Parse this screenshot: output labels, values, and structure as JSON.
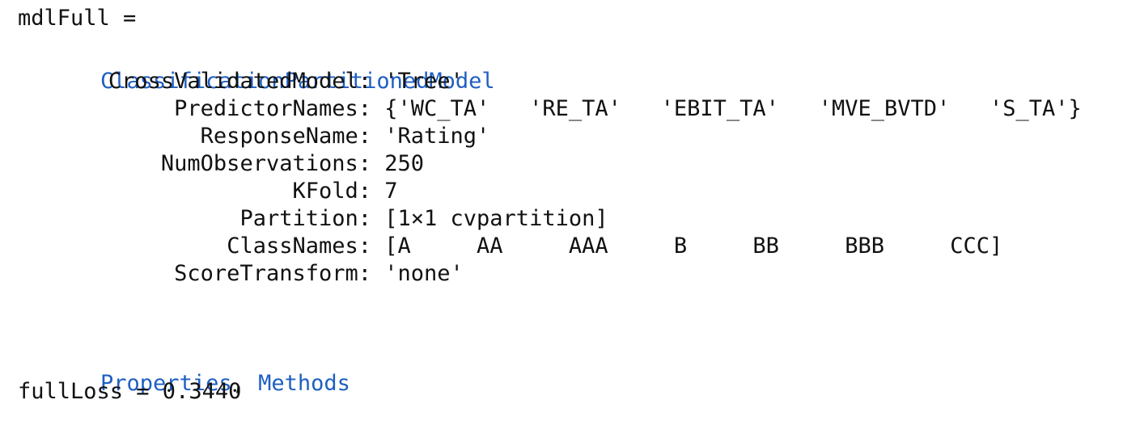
{
  "output": {
    "var_assign": "mdlFull =",
    "class_name": "ClassificationPartitionedModel",
    "properties": [
      {
        "name": "CrossValidatedModel:",
        "value": " 'Tree'"
      },
      {
        "name": "PredictorNames:",
        "value": " {'WC_TA'   'RE_TA'   'EBIT_TA'   'MVE_BVTD'   'S_TA'}"
      },
      {
        "name": "ResponseName:",
        "value": " 'Rating'"
      },
      {
        "name": "NumObservations:",
        "value": " 250"
      },
      {
        "name": "KFold:",
        "value": " 7"
      },
      {
        "name": "Partition:",
        "value": " [1×1 cvpartition]"
      },
      {
        "name": "ClassNames:",
        "value": " [A     AA     AAA     B     BB     BBB     CCC]"
      },
      {
        "name": "ScoreTransform:",
        "value": " 'none'"
      }
    ],
    "links": {
      "properties": "Properties",
      "separator": ", ",
      "methods": "Methods"
    },
    "result_line": "fullLoss = 0.3440"
  },
  "colors": {
    "link": "#1f5fc2",
    "text": "#111111",
    "background": "#ffffff"
  }
}
